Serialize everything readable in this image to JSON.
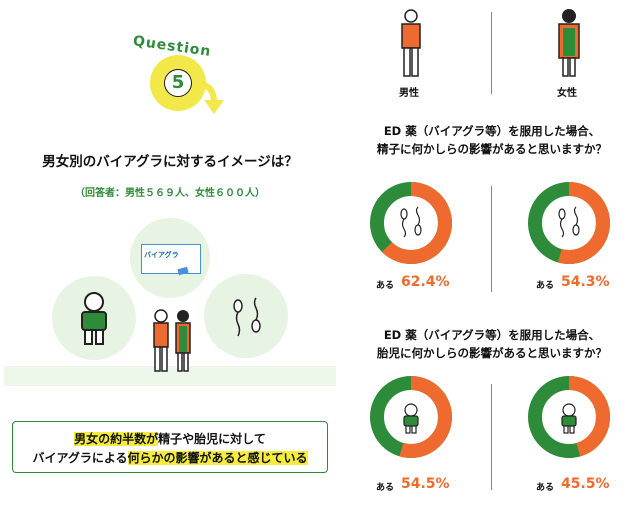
{
  "question": {
    "word": "Question",
    "number": "5"
  },
  "title": "男女別のバイアグラに対するイメージは？",
  "respondents": "（回答者：男性５６９人、女性６００人）",
  "box_label": "バイアグラ",
  "summary": {
    "line1_highlight": "男女の約半数が",
    "line1_rest": "精子や胎児に対して",
    "line2_prefix": "バイアグラによる",
    "line2_highlight": "何らかの影響があると感じている"
  },
  "genders": {
    "male": "男性",
    "female": "女性"
  },
  "colors": {
    "green": "#2e8b3a",
    "orange": "#ee6a2e",
    "yellow": "#f5ec3e"
  },
  "q1": {
    "line1": "ED 薬（バイアグラ等）を服用した場合、",
    "line2": "精子に何かしらの影響があると思いますか？",
    "male": {
      "label": "ある",
      "value": "62.4%",
      "ratio": 0.624
    },
    "female": {
      "label": "ある",
      "value": "54.3%",
      "ratio": 0.543
    }
  },
  "q2": {
    "line1": "ED 薬（バイアグラ等）を服用した場合、",
    "line2": "胎児に何かしらの影響があると思いますか？",
    "male": {
      "label": "ある",
      "value": "54.5%",
      "ratio": 0.545
    },
    "female": {
      "label": "ある",
      "value": "45.5%",
      "ratio": 0.455
    }
  }
}
